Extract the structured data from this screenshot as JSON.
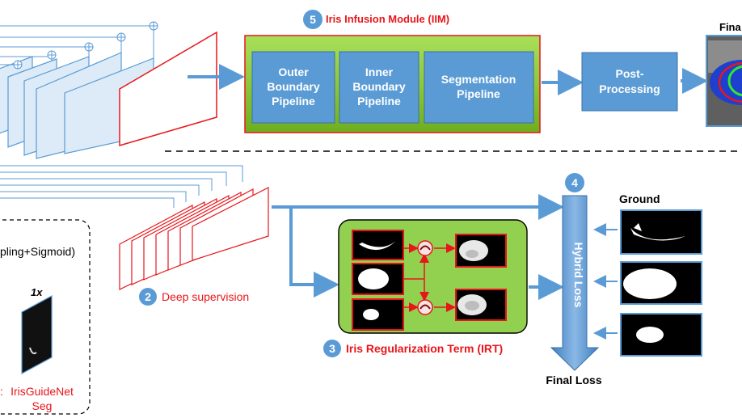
{
  "iim": {
    "number": "5",
    "title": "Iris Infusion Module (IIM)",
    "boxes": [
      [
        "Outer",
        "Boundary",
        "Pipeline"
      ],
      [
        "Inner",
        "Boundary",
        "Pipeline"
      ],
      [
        "Segmentation",
        "Pipeline"
      ]
    ]
  },
  "post_processing": [
    "Post-",
    "Processing"
  ],
  "final_top_label": "Fina",
  "deep_supervision": {
    "number": "2",
    "label": "Deep supervision"
  },
  "irt": {
    "number": "3",
    "label": "Iris Regularization Term (IRT)"
  },
  "hybrid_loss": {
    "number": "4",
    "label": "Hybrid Loss"
  },
  "final_loss": "Final Loss",
  "ground_label": "Ground",
  "legend": {
    "partial_text": "pling+Sigmoid)",
    "scale": "1x",
    "name_line1": "IrisGuideNet",
    "name_line2": "Seg",
    "partial_mark": ":"
  },
  "colors": {
    "feature_fill": "#dcebf7",
    "feature_stroke": "#5b9bd5",
    "arrow_blue": "#5b9bd5",
    "red_accent": "#e8161b",
    "iim_green": "#8fcf3c",
    "box_blue": "#5b9bd5",
    "irt_green": "#92d050"
  }
}
